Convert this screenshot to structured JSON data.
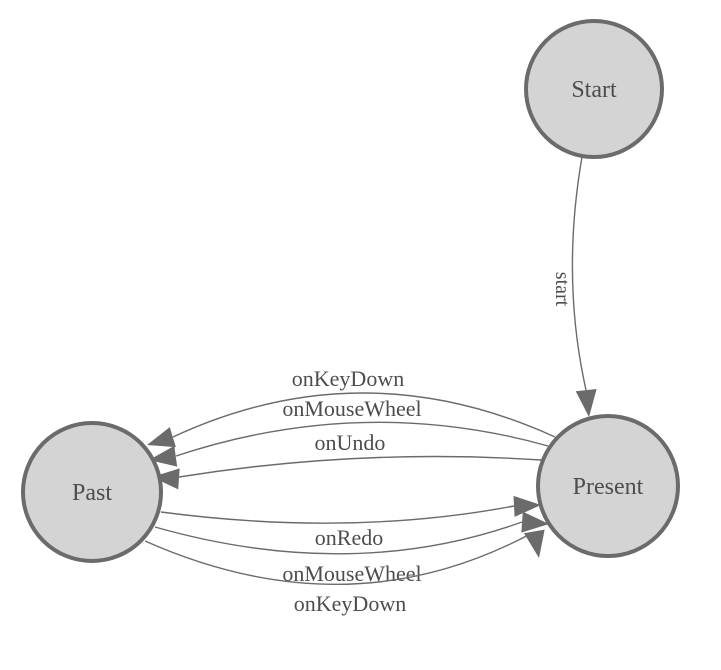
{
  "diagram": {
    "type": "state-machine",
    "colors": {
      "background": "#ffffff",
      "node_fill": "#d4d4d4",
      "node_border": "#6b6b6b",
      "edge": "#6b6b6b",
      "text": "#4d4d4d"
    },
    "nodes": [
      {
        "id": "start",
        "label": "Start"
      },
      {
        "id": "past",
        "label": "Past"
      },
      {
        "id": "present",
        "label": "Present"
      }
    ],
    "edges": [
      {
        "from": "Start",
        "to": "Present",
        "label": "start"
      },
      {
        "from": "Present",
        "to": "Past",
        "label": "onKeyDown"
      },
      {
        "from": "Present",
        "to": "Past",
        "label": "onMouseWheel"
      },
      {
        "from": "Present",
        "to": "Past",
        "label": "onUndo"
      },
      {
        "from": "Past",
        "to": "Present",
        "label": "onRedo"
      },
      {
        "from": "Past",
        "to": "Present",
        "label": "onMouseWheel"
      },
      {
        "from": "Past",
        "to": "Present",
        "label": "onKeyDown"
      }
    ]
  }
}
